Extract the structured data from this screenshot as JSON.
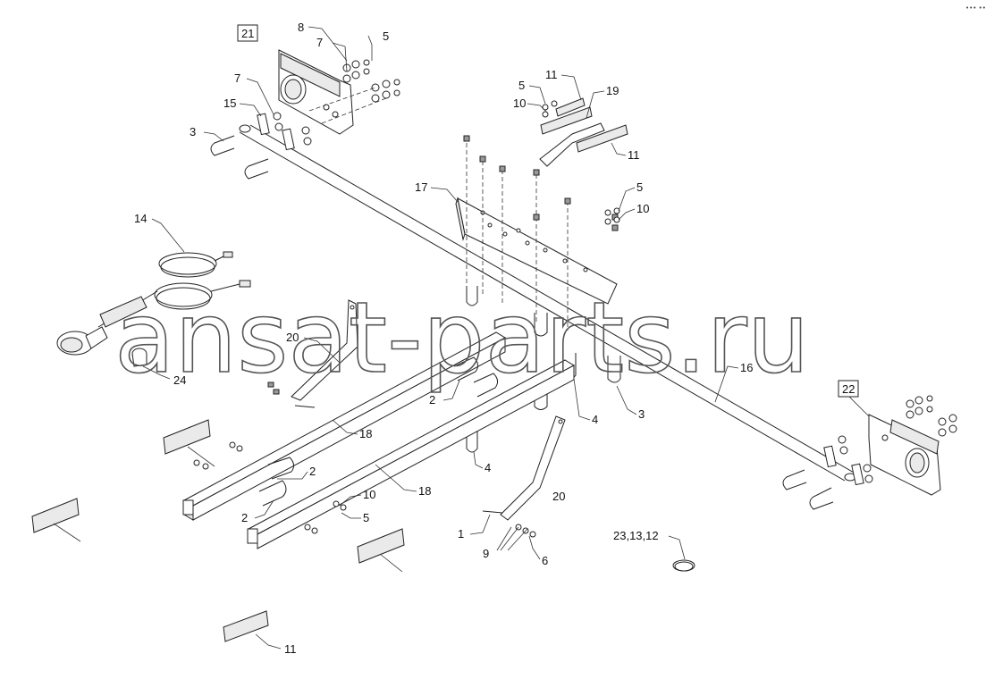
{
  "watermark": "ansat-parts.ru",
  "corner_mark": "••• •••",
  "boxed_labels": [
    "21",
    "22"
  ],
  "labels": [
    "8",
    "5",
    "7",
    "7",
    "15",
    "3",
    "14",
    "24",
    "20",
    "2",
    "2",
    "2",
    "18",
    "18",
    "10",
    "5",
    "1",
    "9",
    "6",
    "4",
    "4",
    "3",
    "16",
    "17",
    "11",
    "5",
    "10",
    "19",
    "11",
    "5",
    "10",
    "20",
    "23,13,12",
    "11"
  ],
  "colors": {
    "line": "#222222",
    "fill": "#ffffff",
    "shade": "#eaeaea"
  }
}
